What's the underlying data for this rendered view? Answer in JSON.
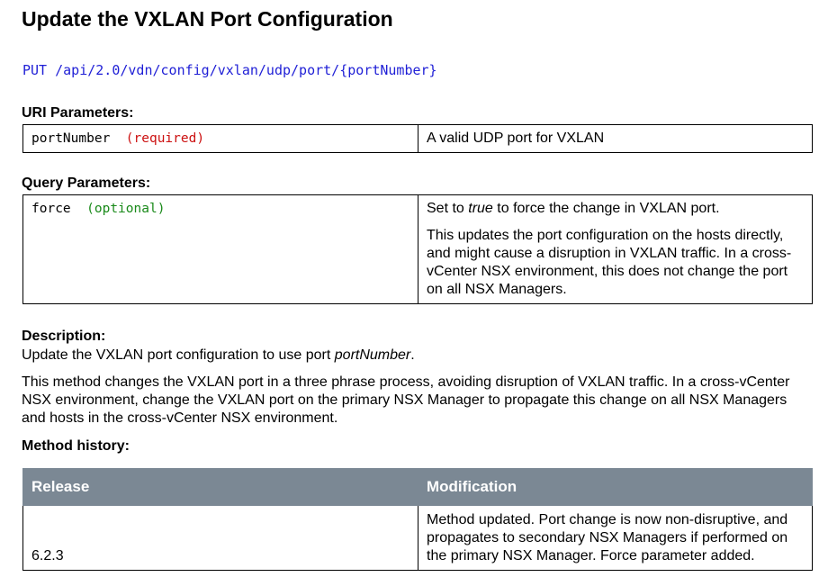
{
  "title": "Update the VXLAN Port Configuration",
  "endpoint": "PUT /api/2.0/vdn/config/vxlan/udp/port/{portNumber}",
  "uri_parameters": {
    "heading": "URI Parameters:",
    "rows": [
      {
        "name": "portNumber",
        "qualifier": "(required)",
        "description": "A valid UDP port for VXLAN"
      }
    ]
  },
  "query_parameters": {
    "heading": "Query Parameters:",
    "rows": [
      {
        "name": "force",
        "qualifier": "(optional)",
        "desc_prefix": "Set to ",
        "desc_emphasis": "true",
        "desc_suffix": " to force the change in VXLAN port.",
        "desc_detail": "This updates the port configuration on the hosts directly, and might cause a disruption in VXLAN traffic. In a cross-vCenter NSX environment, this does not change the port on all NSX Managers."
      }
    ]
  },
  "description": {
    "heading": "Description:",
    "line1_prefix": "Update the VXLAN port configuration to use port ",
    "line1_emphasis": "portNumber",
    "line1_suffix": ".",
    "paragraph": "This method changes the VXLAN port in a three phrase process, avoiding disruption of VXLAN traffic. In a cross-vCenter NSX environment, change the VXLAN port on the primary NSX Manager to propagate this change on all NSX Managers and hosts in the cross-vCenter NSX environment."
  },
  "method_history": {
    "heading": "Method history:",
    "columns": [
      "Release",
      "Modification"
    ],
    "rows": [
      {
        "release": "6.2.3",
        "modification": "Method updated. Port change is now non-disruptive, and propagates to secondary NSX Managers if performed on the primary NSX Manager. Force parameter added."
      }
    ]
  },
  "colors": {
    "endpoint": "#1f1fd6",
    "required": "#cc1111",
    "optional": "#1a8a1a",
    "table_header_bg": "#7b8894",
    "table_header_text": "#ffffff"
  }
}
